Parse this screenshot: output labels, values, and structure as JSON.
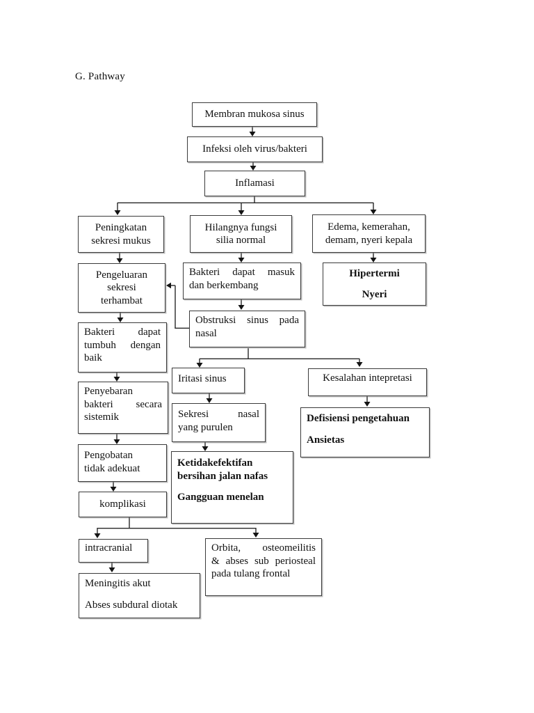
{
  "page": {
    "heading": "G. Pathway"
  },
  "diagram": {
    "nodes": {
      "membran": {
        "lines": [
          "Membran mukosa sinus"
        ]
      },
      "infeksi": {
        "lines": [
          "Infeksi oleh virus/bakteri"
        ]
      },
      "inflamasi": {
        "lines": [
          "Inflamasi"
        ]
      },
      "peningkatan": {
        "lines": [
          "Peningkatan",
          "sekresi mukus"
        ]
      },
      "hilangnya": {
        "lines": [
          "Hilangnya fungsi",
          "silia normal"
        ]
      },
      "edema": {
        "lines": [
          "Edema, kemerahan,",
          "demam, nyeri kepala"
        ]
      },
      "pengeluaran": {
        "lines": [
          "Pengeluaran",
          "sekresi",
          "terhambat"
        ]
      },
      "bakteri_masuk": {
        "lines": [
          "Bakteri dapat masuk",
          "dan berkembang"
        ]
      },
      "hipertermi": {
        "lines": [
          "Hipertermi",
          "Nyeri"
        ]
      },
      "obstruksi": {
        "lines": [
          "Obstruksi sinus pada",
          "nasal"
        ]
      },
      "bakteri_tumbuh": {
        "lines": [
          "Bakteri dapat",
          "tumbuh dengan",
          "baik"
        ]
      },
      "iritasi": {
        "lines": [
          "Iritasi sinus"
        ]
      },
      "kesalahan": {
        "lines": [
          "Kesalahan intepretasi"
        ]
      },
      "penyebaran": {
        "lines": [
          "Penyebaran",
          "bakteri secara",
          "sistemik"
        ]
      },
      "sekresi": {
        "lines": [
          "Sekresi nasal",
          "yang purulen"
        ]
      },
      "defisiensi": {
        "lines": [
          "Defisiensi pengetahuan",
          "Ansietas"
        ]
      },
      "pengobatan": {
        "lines": [
          "Pengobatan",
          "tidak adekuat"
        ]
      },
      "ketidakefektifan": {
        "lines": [
          "Ketidakefektifan",
          "bersihan jalan nafas",
          "Gangguan menelan"
        ]
      },
      "komplikasi": {
        "lines": [
          "komplikasi"
        ]
      },
      "intracranial": {
        "lines": [
          "intracranial"
        ]
      },
      "orbita": {
        "lines": [
          "Orbita, osteomeilitis",
          "& abses sub periosteal",
          "pada tulang frontal"
        ]
      },
      "meningitis": {
        "lines": [
          "Meningitis akut",
          "Abses subdural diotak"
        ]
      }
    },
    "edges": [
      [
        "membran",
        "infeksi"
      ],
      [
        "infeksi",
        "inflamasi"
      ],
      [
        "inflamasi",
        "peningkatan"
      ],
      [
        "inflamasi",
        "hilangnya"
      ],
      [
        "inflamasi",
        "edema"
      ],
      [
        "peningkatan",
        "pengeluaran"
      ],
      [
        "hilangnya",
        "bakteri_masuk"
      ],
      [
        "edema",
        "hipertermi"
      ],
      [
        "pengeluaran",
        "bakteri_tumbuh"
      ],
      [
        "bakteri_masuk",
        "obstruksi"
      ],
      [
        "obstruksi",
        "pengeluaran"
      ],
      [
        "bakteri_tumbuh",
        "penyebaran"
      ],
      [
        "obstruksi",
        "iritasi"
      ],
      [
        "obstruksi",
        "kesalahan"
      ],
      [
        "iritasi",
        "sekresi"
      ],
      [
        "kesalahan",
        "defisiensi"
      ],
      [
        "penyebaran",
        "pengobatan"
      ],
      [
        "sekresi",
        "ketidakefektifan"
      ],
      [
        "pengobatan",
        "komplikasi"
      ],
      [
        "komplikasi",
        "intracranial"
      ],
      [
        "komplikasi",
        "orbita"
      ],
      [
        "intracranial",
        "meningitis"
      ]
    ],
    "ink_color": "#1f1f1f"
  }
}
